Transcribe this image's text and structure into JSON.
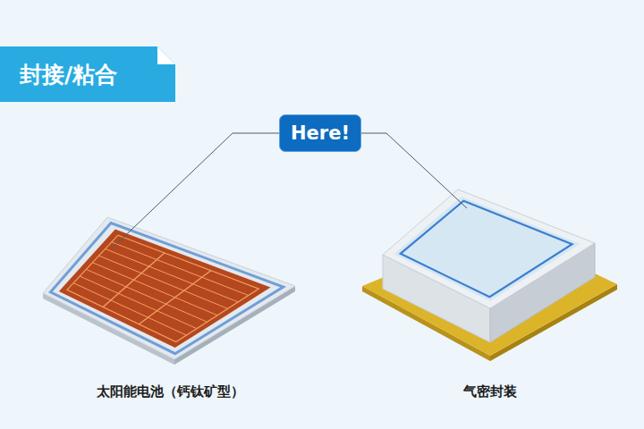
{
  "diagram": {
    "title": "封接/粘合",
    "nodes": [
      {
        "text": [
          "Here!"
        ]
      }
    ],
    "labels": [
      "太阳能电池（钙钛矿型）",
      "气密封装"
    ]
  }
}
